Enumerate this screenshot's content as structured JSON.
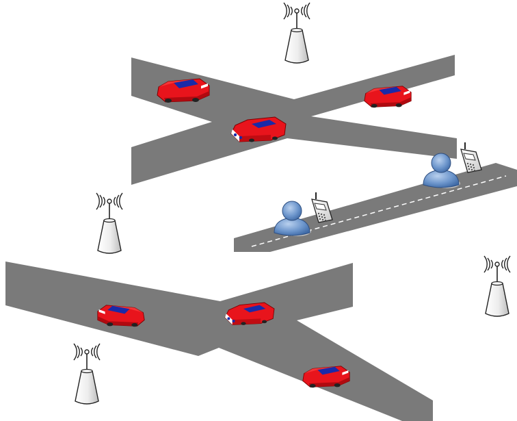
{
  "scene": {
    "background": "#ffffff",
    "road_color": "#7a7a7a",
    "lane_marking_color": "#ffffff",
    "car_body_color": "#e8141c",
    "car_stripe_color": "#1a2aa8",
    "pedestrian_color": "#6d96cc",
    "tower_color": "#e9e9e9",
    "elements": {
      "roads": [
        "road-intersection-top",
        "road-sidewalk-middle",
        "road-intersection-bottom"
      ],
      "vehicles": 6,
      "pedestrians_with_phones": 2,
      "cell_towers": 4
    }
  }
}
